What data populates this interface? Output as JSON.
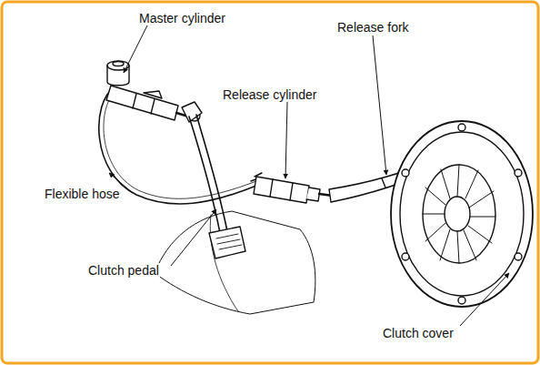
{
  "diagram": {
    "labels": [
      "Master cylinder",
      "Release fork",
      "Release cylinder",
      "Flexible hose",
      "Clutch pedal",
      "Clutch cover"
    ]
  }
}
